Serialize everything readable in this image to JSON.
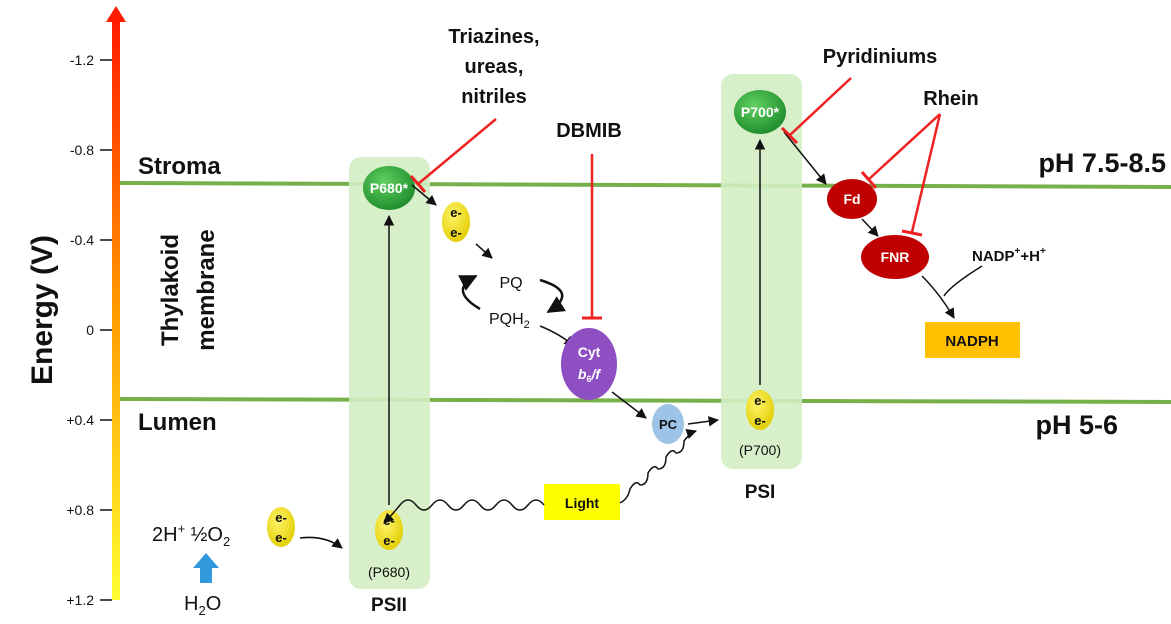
{
  "axis": {
    "label": "Energy (V)",
    "ticks": [
      "-1.2",
      "-0.8",
      "-0.4",
      "0",
      "+0.4",
      "+0.8",
      "+1.2"
    ]
  },
  "regions": {
    "stroma": "Stroma",
    "thylakoid_line1": "Thylakoid",
    "thylakoid_line2": "membrane",
    "lumen": "Lumen",
    "ph_stroma": "pH 7.5-8.5",
    "ph_lumen": "pH 5-6"
  },
  "photosystems": {
    "psii": {
      "label": "PSII",
      "excited": "P680*",
      "ground": "(P680)"
    },
    "psi": {
      "label": "PSI",
      "excited": "P700*",
      "ground": "(P700)"
    }
  },
  "electron": "e-",
  "water": {
    "products_prefix": "2H",
    "products_sup": "+",
    "products_mid": " ½O",
    "products_sub": "2",
    "source": "H",
    "source_sub": "2",
    "source_suffix": "O"
  },
  "carriers": {
    "pq": "PQ",
    "pqh2": "PQH",
    "pqh2_sub": "2",
    "cyt_line1": "Cyt",
    "cyt_b": "b",
    "cyt_b_sub": "6",
    "cyt_slash_f": "/f",
    "pc": "PC",
    "fd": "Fd",
    "fnr": "FNR",
    "nadp_text1": "NADP",
    "nadp_sup1": "+",
    "nadp_text2": "+H",
    "nadp_sup2": "+",
    "nadph": "NADPH"
  },
  "light": "Light",
  "inhibitors": {
    "triazines_line1": "Triazines,",
    "triazines_line2": "ureas,",
    "triazines_line3": "nitriles",
    "dbmib": "DBMIB",
    "pyridiniums": "Pyridiniums",
    "rhein": "Rhein"
  },
  "colors": {
    "membrane_line": "#76b04a",
    "ps_box": "#d3eec3",
    "p_center": "#2ea23a",
    "electron": "#f0e010",
    "cyt": "#8e4fc2",
    "pc": "#9dc3e6",
    "red_protein": "#c00000",
    "inhibitor": "#ee2222",
    "nadph_box": "#ffc000",
    "light_box": "#ffff00",
    "water_arrow": "#3399dd"
  }
}
